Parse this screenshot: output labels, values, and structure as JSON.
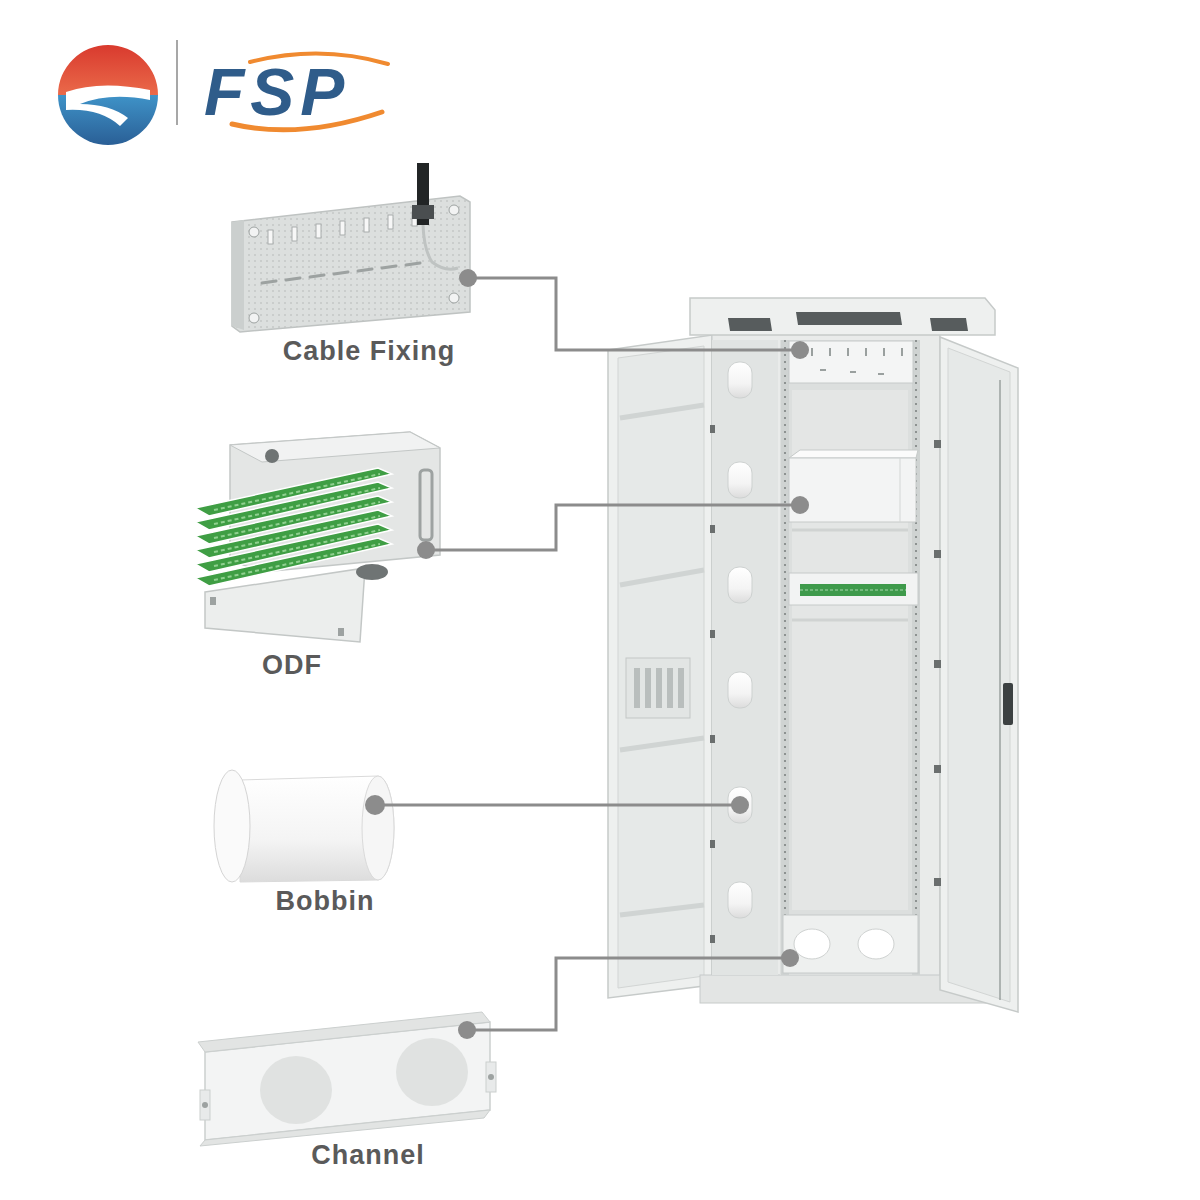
{
  "diagram": {
    "labels": [
      "FSP",
      "Cable Fixing",
      "ODF",
      "Bobbin",
      "Channel"
    ]
  }
}
